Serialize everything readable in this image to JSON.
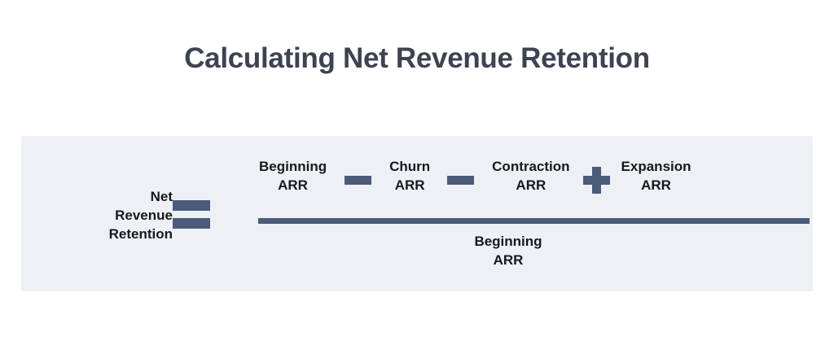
{
  "title": "Calculating Net Revenue Retention",
  "formula": {
    "left_side": {
      "lines": [
        "Net",
        "Revenue",
        "Retention"
      ]
    },
    "equals_operator": "=",
    "numerator": {
      "terms": [
        {
          "lines": [
            "Beginning",
            "ARR"
          ]
        },
        {
          "lines": [
            "Churn",
            "ARR"
          ]
        },
        {
          "lines": [
            "Contraction",
            "ARR"
          ]
        },
        {
          "lines": [
            "Expansion",
            "ARR"
          ]
        }
      ],
      "operators": [
        "−",
        "−",
        "+"
      ]
    },
    "denominator": {
      "lines": [
        "Beginning",
        "ARR"
      ]
    }
  },
  "colors": {
    "title": "#3d4351",
    "panel_background": "#edf1f5",
    "operator_slate": "#4c5b79",
    "term_text": "#16181d",
    "page_background": "#ffffff"
  }
}
